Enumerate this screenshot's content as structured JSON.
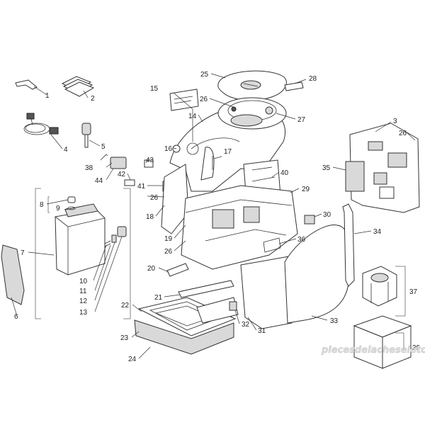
{
  "diagram": {
    "callouts": [
      "1",
      "2",
      "3",
      "4",
      "5",
      "6",
      "7",
      "8",
      "9",
      "10",
      "11",
      "12",
      "13",
      "14",
      "15",
      "16",
      "17",
      "18",
      "19",
      "20",
      "21",
      "22",
      "23",
      "24",
      "25",
      "26",
      "26",
      "26",
      "26",
      "27",
      "28",
      "29",
      "30",
      "31",
      "32",
      "33",
      "34",
      "35",
      "36",
      "37",
      "38",
      "39",
      "40",
      "41",
      "42",
      "43",
      "44"
    ],
    "watermark": "piecesdelacheseletc.com"
  },
  "colors": {
    "line": "#333333",
    "fill_light": "#d9d9d9",
    "fill_dark": "#555555",
    "background": "#ffffff"
  }
}
